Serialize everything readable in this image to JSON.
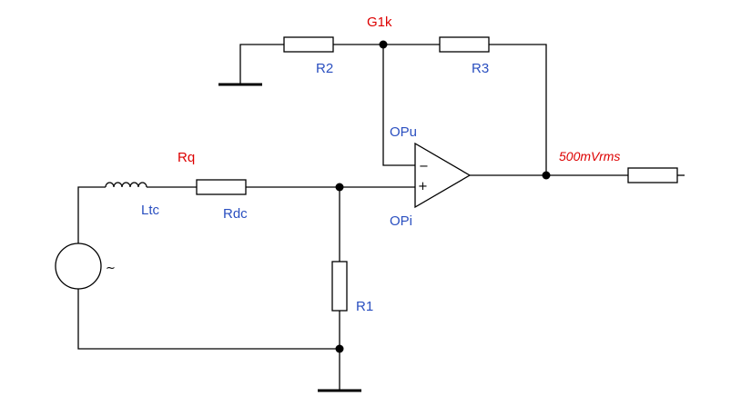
{
  "colors": {
    "wire": "#000000",
    "component_label": "#2a4fc0",
    "net_label": "#dd0000",
    "background": "#ffffff"
  },
  "labels": {
    "net_g1k": "G1k",
    "r2": "R2",
    "r3": "R3",
    "opu": "OPu",
    "rq": "Rq",
    "ltc": "Ltc",
    "rdc": "Rdc",
    "opi": "OPi",
    "r1": "R1",
    "output_level": "500mVrms"
  },
  "opamp": {
    "minus_sign": "−",
    "plus_sign": "+"
  },
  "source": {
    "symbol": "~",
    "icon": "ac-voltage-source"
  }
}
